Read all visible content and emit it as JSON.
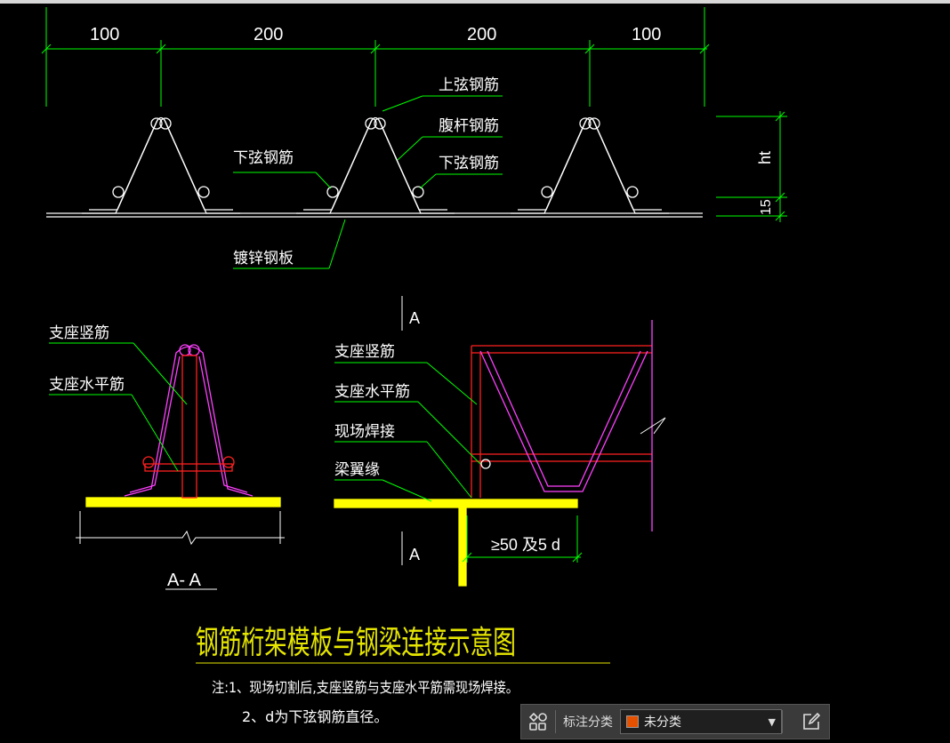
{
  "drawing": {
    "dimensions": {
      "d1": "100",
      "d2": "200",
      "d3": "200",
      "d4": "100",
      "ht": "ht",
      "d15": "15"
    },
    "labels": {
      "upper_chord": "上弦钢筋",
      "web_rebar": "腹杆钢筋",
      "lower_chord_left": "下弦钢筋",
      "lower_chord_right": "下弦钢筋",
      "galvanized_plate": "镀锌钢板",
      "support_vertical_a": "支座竖筋",
      "support_horizontal_a": "支座水平筋",
      "support_vertical_b": "支座竖筋",
      "support_horizontal_b": "支座水平筋",
      "site_weld": "现场焊接",
      "beam_flange": "梁翼缘",
      "section_mark_top": "A",
      "section_mark_bottom": "A",
      "section_title": "A- A",
      "embed_dim": "≥50 及5 d"
    },
    "title": "钢筋桁架模板与钢梁连接示意图",
    "note_line1": "注:1、现场切割后,支座竖筋与支座水平筋需现场焊接。",
    "note_line2": "2、d为下弦钢筋直径。",
    "colors": {
      "bg": "#000000",
      "green": "#00ff00",
      "white": "#ffffff",
      "red": "#ff2020",
      "magenta": "#ff40ff",
      "yellow": "#ffff00",
      "title": "#e6e600"
    }
  },
  "toolbar": {
    "icon_left": "layers-icon",
    "label": "标注分类",
    "selected": "未分类",
    "swatch_color": "#e65100",
    "icon_right": "edit-icon"
  }
}
